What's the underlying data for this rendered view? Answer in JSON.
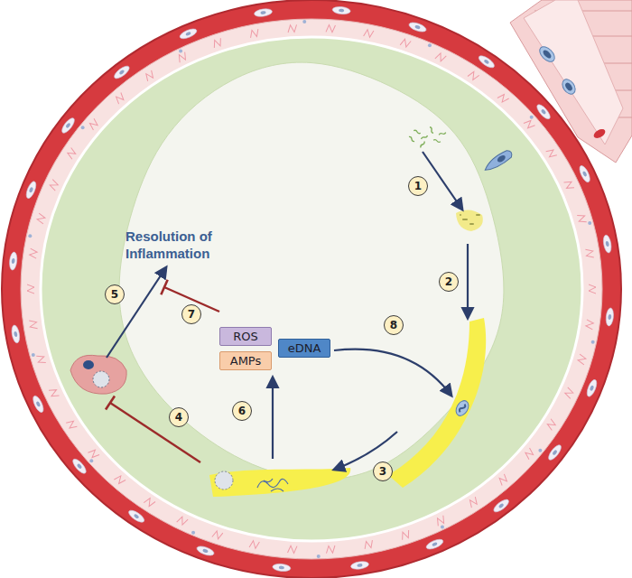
{
  "diagram": {
    "nodes": [
      {
        "text": [
          "ROS"
        ]
      },
      {
        "text": [
          "AMPs"
        ]
      },
      {
        "text": [
          "eDNA"
        ]
      }
    ],
    "labels": [
      "Resolution of Inflammation",
      "1",
      "2",
      "3",
      "4",
      "5",
      "6",
      "7",
      "8"
    ]
  }
}
